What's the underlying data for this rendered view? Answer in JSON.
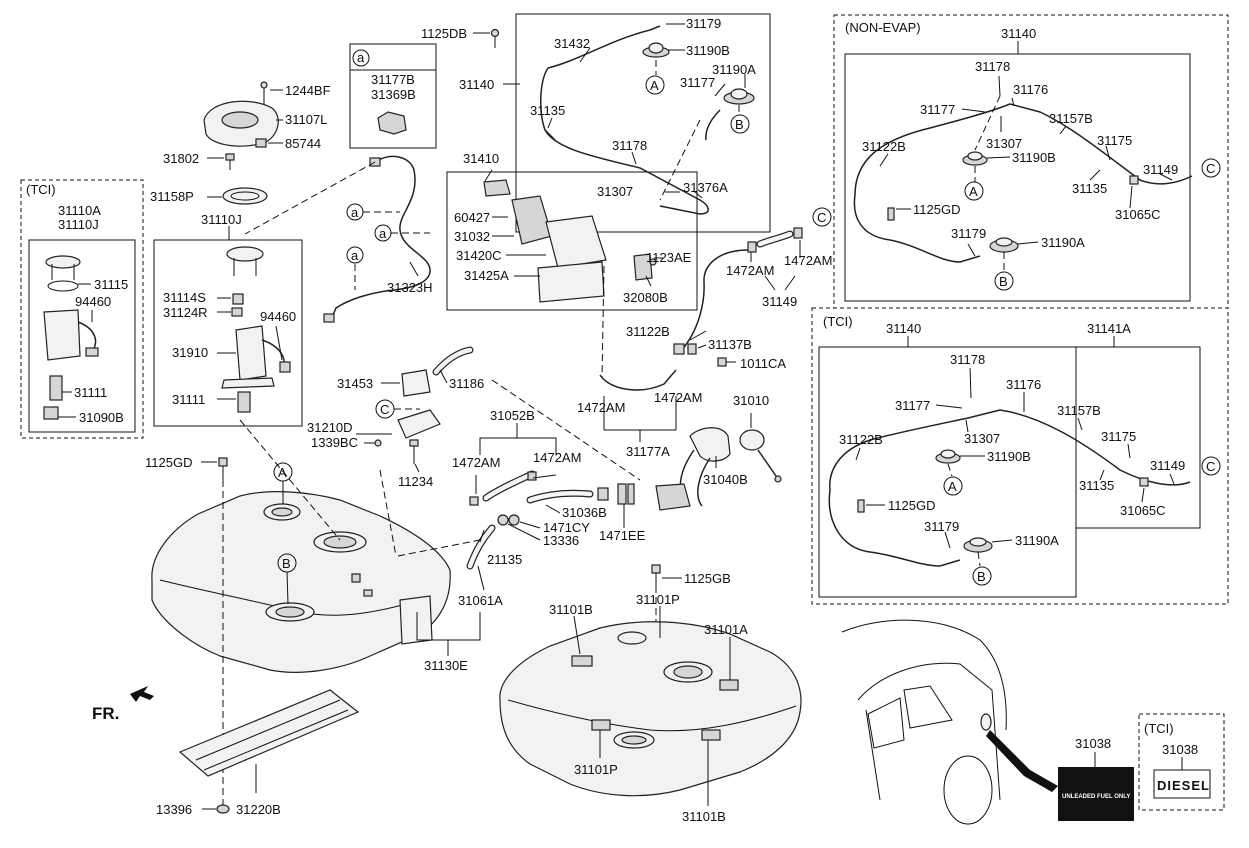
{
  "labels": {
    "p1125DB_top": "1125DB",
    "p31432": "31432",
    "p31179_top": "31179",
    "p31190B_top": "31190B",
    "p31140_main": "31140",
    "p31190A_top": "31190A",
    "p31177_top": "31177",
    "p31135_top": "31135",
    "p31178_top": "31178",
    "p31307_top": "31307",
    "p31376A": "31376A",
    "ref_a_title": "a",
    "p31177B": "31177B",
    "p31369B": "31369B",
    "p1244BF": "1244BF",
    "p31107L": "31107L",
    "p85744": "85744",
    "p31802": "31802",
    "p31158P": "31158P",
    "p31110J_mid": "31110J",
    "tci_left_title": "(TCI)",
    "p31110A": "31110A",
    "p31110J_left": "31110J",
    "p31115": "31115",
    "p94460_left": "94460",
    "p31111_left": "31111",
    "p31090B": "31090B",
    "p31114S": "31114S",
    "p31124R": "31124R",
    "p94460_mid": "94460",
    "p31910": "31910",
    "p31111_mid": "31111",
    "p31323H": "31323H",
    "p31410": "31410",
    "p60427": "60427",
    "p31032": "31032",
    "p31420C": "31420C",
    "p31425A": "31425A",
    "p1123AE": "1123AE",
    "p32080B": "32080B",
    "p1472AM_a": "1472AM",
    "p1472AM_b": "1472AM",
    "p31149_mid": "31149",
    "p31122B_mid": "31122B",
    "p31137B": "31137B",
    "p1011CA": "1011CA",
    "p1472AM_c": "1472AM",
    "p1472AM_d": "1472AM",
    "p31177A": "31177A",
    "p31010": "31010",
    "p31040B": "31040B",
    "p31453": "31453",
    "p31186": "31186",
    "p31210D": "31210D",
    "p1339BC": "1339BC",
    "p11234": "11234",
    "p31052B": "31052B",
    "p1472AM_e": "1472AM",
    "p1472AM_f": "1472AM",
    "p31036B": "31036B",
    "p1471CY": "1471CY",
    "p13336": "13336",
    "p1471EE": "1471EE",
    "p21135": "21135",
    "p31061A": "31061A",
    "p1125GB": "1125GB",
    "p1125GD_main": "1125GD",
    "p31130E": "31130E",
    "fr": "FR.",
    "p13396": "13396",
    "p31220B": "31220B",
    "p31101B_top": "31101B",
    "p31101P_top": "31101P",
    "p31101A": "31101A",
    "p31101P_bot": "31101P",
    "p31101B_bot": "31101B",
    "nonevap_title": "(NON-EVAP)",
    "ne_31140": "31140",
    "ne_31178": "31178",
    "ne_31176": "31176",
    "ne_31177": "31177",
    "ne_31307": "31307",
    "ne_31157B": "31157B",
    "ne_31122B": "31122B",
    "ne_31190B": "31190B",
    "ne_31175": "31175",
    "ne_31149": "31149",
    "ne_31135": "31135",
    "ne_1125GD": "1125GD",
    "ne_31065C": "31065C",
    "ne_31179": "31179",
    "ne_31190A": "31190A",
    "tci_right_title": "(TCI)",
    "tr_31140": "31140",
    "tr_31141A": "31141A",
    "tr_31178": "31178",
    "tr_31176": "31176",
    "tr_31177": "31177",
    "tr_31157B": "31157B",
    "tr_31307": "31307",
    "tr_31122B": "31122B",
    "tr_31175": "31175",
    "tr_31190B": "31190B",
    "tr_31149": "31149",
    "tr_31135": "31135",
    "tr_1125GD": "1125GD",
    "tr_31065C": "31065C",
    "tr_31179": "31179",
    "tr_31190A": "31190A",
    "p31038": "31038",
    "tci_label_title": "(TCI)",
    "p31038_tci": "31038",
    "diesel": "DIESEL",
    "fuel_label_lines": [
      "UNLEADED FUEL ONLY"
    ]
  },
  "circle_refs": {
    "A": "A",
    "B": "B",
    "C": "C",
    "a": "a"
  }
}
